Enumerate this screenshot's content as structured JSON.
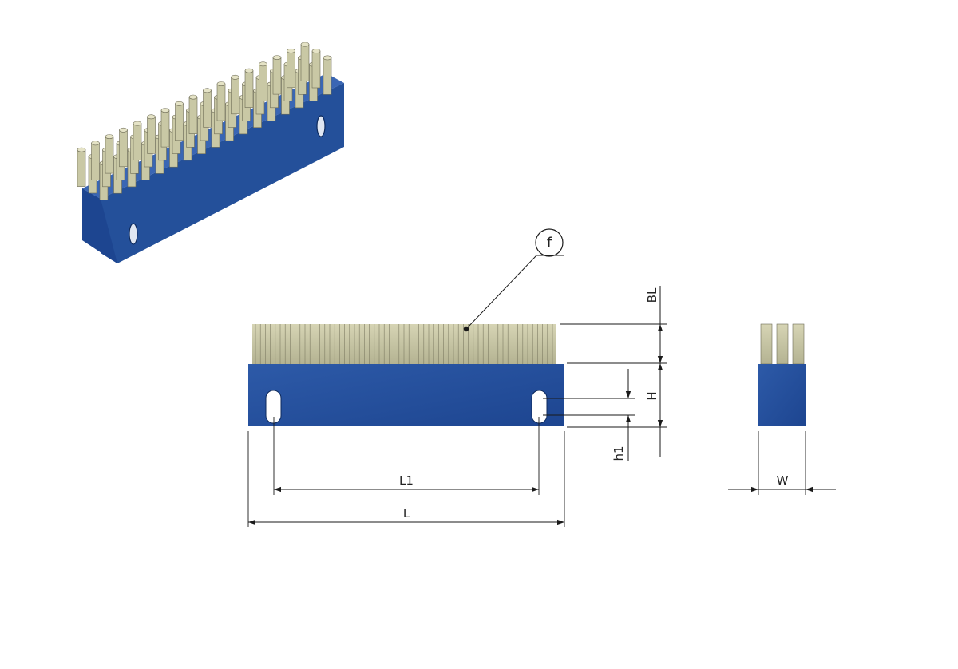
{
  "drawing": {
    "labels": {
      "fiber": "f",
      "bristle_length": "BL",
      "height": "H",
      "slot_height": "h1",
      "slot_distance": "L1",
      "length": "L",
      "width": "W"
    },
    "colors": {
      "base": "#24509a",
      "base_dark": "#1a3f80",
      "base_light": "#3a66b4",
      "bristle": "#c9c8a5",
      "line": "#1a1a1a"
    }
  }
}
